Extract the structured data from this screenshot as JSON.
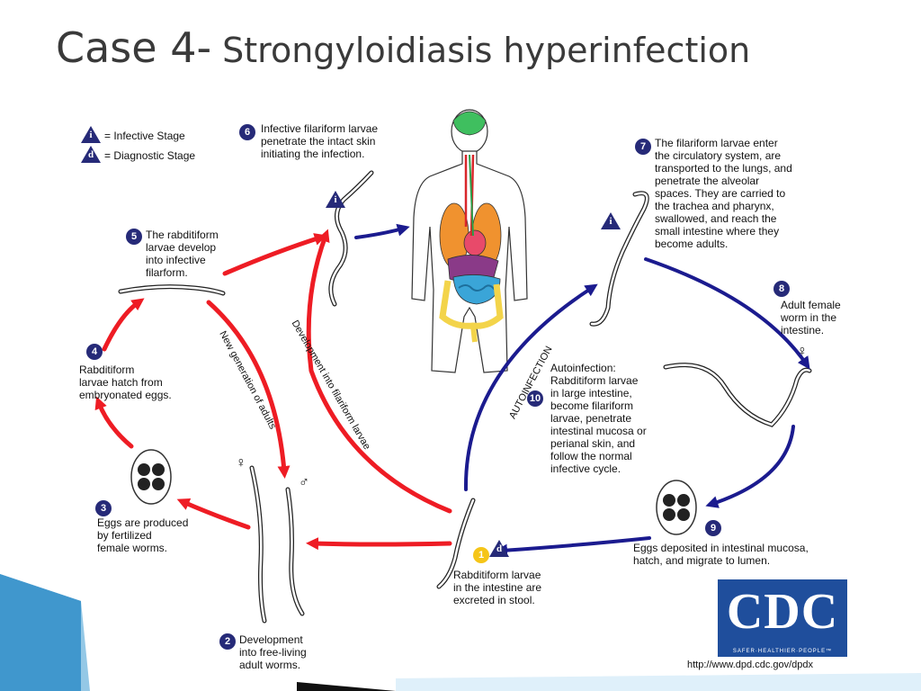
{
  "title": {
    "main": "Case 4-",
    "sub": " Strongyloidiasis hyperinfection"
  },
  "legend": {
    "infective_symbol": "i",
    "infective_label": "= Infective Stage",
    "diagnostic_symbol": "d",
    "diagnostic_label": "= Diagnostic Stage"
  },
  "steps": [
    {
      "num": "1",
      "text": "Rabditiform larvae\nin the intestine are\nexcreted in stool."
    },
    {
      "num": "2",
      "text": "Development\ninto free-living\nadult worms."
    },
    {
      "num": "3",
      "text": "Eggs are produced\nby fertilized\nfemale worms."
    },
    {
      "num": "4",
      "text": "Rabditiform\nlarvae hatch from\nembryonated eggs."
    },
    {
      "num": "5",
      "text": "The rabditiform\nlarvae develop\ninto infective\nfilarform."
    },
    {
      "num": "6",
      "text": "Infective filariform larvae\npenetrate the intact skin\ninitiating the infection."
    },
    {
      "num": "7",
      "text": "The filariform larvae enter\nthe circulatory system, are\ntransported to the lungs, and\npenetrate the alveolar\nspaces.  They are carried to\nthe trachea and pharynx,\nswallowed, and reach the\nsmall intestine where they\nbecome adults."
    },
    {
      "num": "8",
      "text": "Adult female\nworm in the\nintestine."
    },
    {
      "num": "9",
      "text": "Eggs deposited in intestinal mucosa,\nhatch, and migrate to lumen."
    },
    {
      "num": "10",
      "text": "Autoinfection:\nRabditiform larvae\nin large intestine,\nbecome filariform\nlarvae, penetrate\nintestinal mucosa or\nperianal skin, and\nfollow the normal\ninfective cycle."
    }
  ],
  "arrow_labels": {
    "new_generation": "New generation of adults",
    "development": "Development into filariform larvae",
    "autoinfection": "AUTOINFECTION"
  },
  "sex_symbols": {
    "female": "♀",
    "male": "♂"
  },
  "cdc": {
    "logo": "CDC",
    "tagline": "SAFER·HEALTHIER·PEOPLE™",
    "url": "http://www.dpd.cdc.gov/dpdx"
  },
  "colors": {
    "red_arrow": "#ee1c24",
    "blue_arrow": "#1b1b8f",
    "badge": "#262a78",
    "cdc_blue": "#1f4e9c",
    "title": "#3a3a3a"
  }
}
